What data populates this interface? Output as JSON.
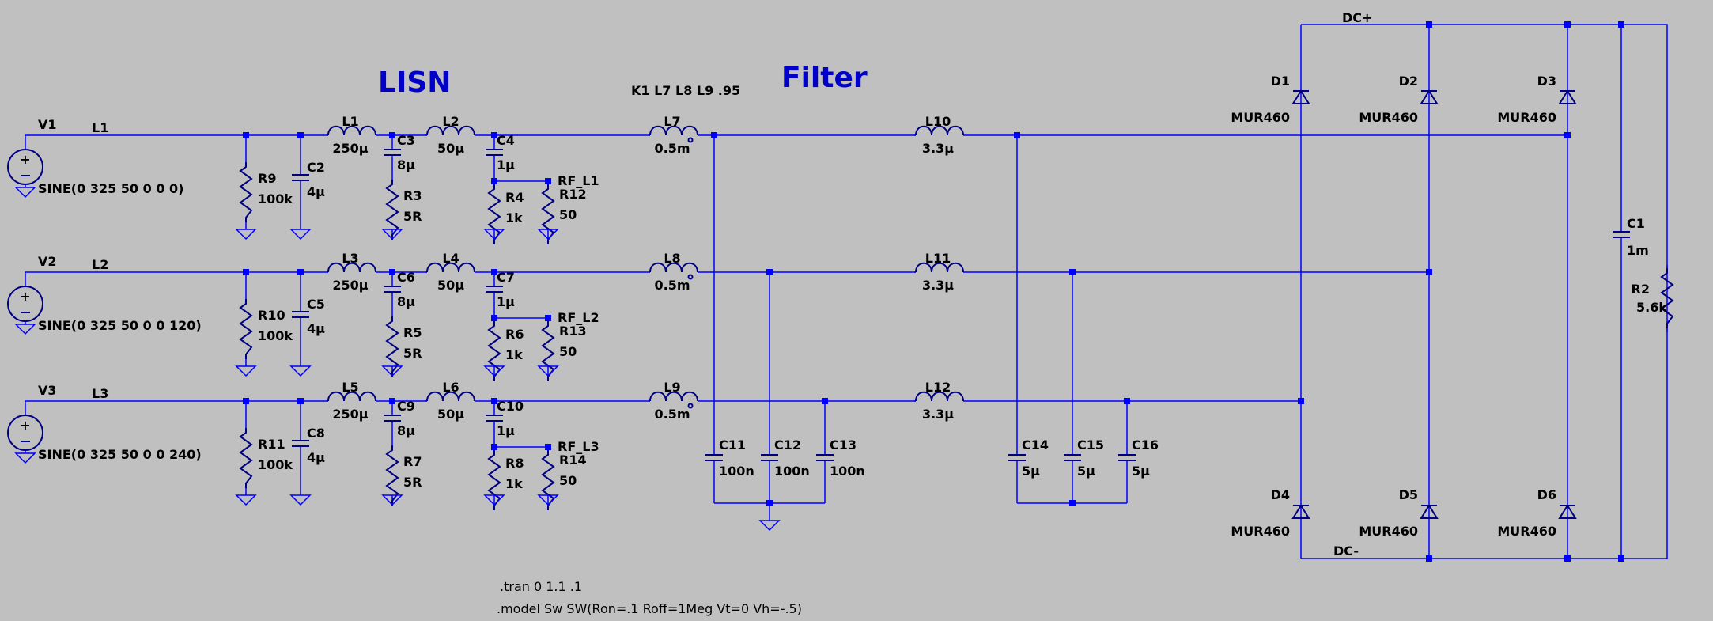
{
  "titles": {
    "lisn": "LISN",
    "filter": "Filter"
  },
  "coupling": "K1 L7 L8 L9 .95",
  "nets": {
    "l1": "L1",
    "l2": "L2",
    "l3": "L3",
    "dcp": "DC+",
    "dcn": "DC-",
    "rf1": "RF_L1",
    "rf2": "RF_L2",
    "rf3": "RF_L3"
  },
  "sources": [
    {
      "name": "V1",
      "value": "SINE(0 325 50 0 0 0)"
    },
    {
      "name": "V2",
      "value": "SINE(0 325 50 0 0 120)"
    },
    {
      "name": "V3",
      "value": "SINE(0 325 50 0 0 240)"
    }
  ],
  "lisn_rows": [
    {
      "r_shunt": [
        "R9",
        "100k"
      ],
      "c_shunt": [
        "C2",
        "4µ"
      ],
      "l_a": [
        "L1",
        "250µ"
      ],
      "c_a": [
        "C3",
        "8µ"
      ],
      "r_a": [
        "R3",
        "5R"
      ],
      "l_b": [
        "L2",
        "50µ"
      ],
      "c_b": [
        "C4",
        "1µ"
      ],
      "r_b": [
        "R4",
        "1k"
      ],
      "r_rf": [
        "R12",
        "50"
      ]
    },
    {
      "r_shunt": [
        "R10",
        "100k"
      ],
      "c_shunt": [
        "C5",
        "4µ"
      ],
      "l_a": [
        "L3",
        "250µ"
      ],
      "c_a": [
        "C6",
        "8µ"
      ],
      "r_a": [
        "R5",
        "5R"
      ],
      "l_b": [
        "L4",
        "50µ"
      ],
      "c_b": [
        "C7",
        "1µ"
      ],
      "r_b": [
        "R6",
        "1k"
      ],
      "r_rf": [
        "R13",
        "50"
      ]
    },
    {
      "r_shunt": [
        "R11",
        "100k"
      ],
      "c_shunt": [
        "C8",
        "4µ"
      ],
      "l_a": [
        "L5",
        "250µ"
      ],
      "c_a": [
        "C9",
        "8µ"
      ],
      "r_a": [
        "R7",
        "5R"
      ],
      "l_b": [
        "L6",
        "50µ"
      ],
      "c_b": [
        "C10",
        "1µ"
      ],
      "r_b": [
        "R8",
        "1k"
      ],
      "r_rf": [
        "R14",
        "50"
      ]
    }
  ],
  "filter_l1": [
    [
      "L7",
      "0.5m"
    ],
    [
      "L8",
      "0.5m"
    ],
    [
      "L9",
      "0.5m"
    ]
  ],
  "filter_l2": [
    [
      "L10",
      "3.3µ"
    ],
    [
      "L11",
      "3.3µ"
    ],
    [
      "L12",
      "3.3µ"
    ]
  ],
  "filter_c1": [
    [
      "C11",
      "100n"
    ],
    [
      "C12",
      "100n"
    ],
    [
      "C13",
      "100n"
    ]
  ],
  "filter_c2": [
    [
      "C14",
      "5µ"
    ],
    [
      "C15",
      "5µ"
    ],
    [
      "C16",
      "5µ"
    ]
  ],
  "diodes": [
    [
      "D1",
      "MUR460"
    ],
    [
      "D2",
      "MUR460"
    ],
    [
      "D3",
      "MUR460"
    ],
    [
      "D4",
      "MUR460"
    ],
    [
      "D5",
      "MUR460"
    ],
    [
      "D6",
      "MUR460"
    ]
  ],
  "load": {
    "c": [
      "C1",
      "1m"
    ],
    "r": [
      "R2",
      "5.6k"
    ]
  },
  "directives": [
    ".tran 0 1.1 .1",
    ".model Sw SW(Ron=.1 Roff=1Meg Vt=0 Vh=-.5)"
  ]
}
